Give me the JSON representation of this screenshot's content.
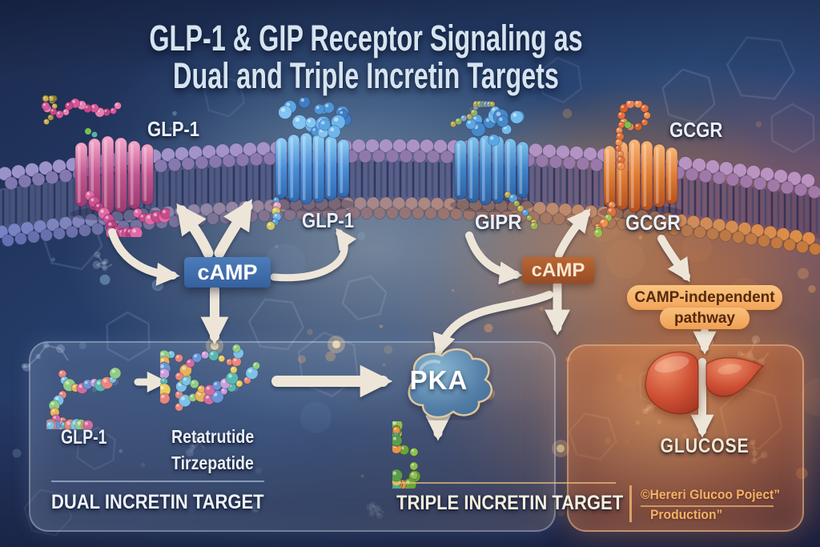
{
  "title": {
    "line1": "GLP-1 & GIP Receptor Signaling as",
    "line2": "Dual and Triple Incretin Targets"
  },
  "receptors": {
    "glp1_left": "GLP-1",
    "glp1_right": "GLP-1",
    "gipr": "GIPR",
    "gcgr_top": "GCGR",
    "gcgr_bottom": "GCGR"
  },
  "signaling": {
    "camp_left": "cAMP",
    "camp_right": "cAMP",
    "pka": "PKA",
    "badge_line1": "CAMP-independent",
    "badge_line2": "pathway"
  },
  "dual_panel": {
    "ligand": "GLP-1",
    "drug1": "Retatrutide",
    "drug2": "Tirzepatide",
    "caption": "DUAL INCRETIN TARGET"
  },
  "triple_panel": {
    "caption": "TRIPLE INCRETIN TARGET"
  },
  "liver_panel": {
    "glucose": "GLUCOSE",
    "credit1": "©Hereri Glucoo Poject”",
    "credit2": "Production”"
  },
  "colors": {
    "background_navy": "#22365e",
    "membrane_purple": "#9a93cb",
    "camp_left_box": "#3e6cab",
    "camp_right_box": "#b05c2c",
    "badge_bg": "#f7b46e",
    "badge_text": "#55290e",
    "arrow": "#ede6d8",
    "pka_blob": "#4d7da8",
    "liver_red": "#c94a30",
    "glow_orange": "#e08140",
    "accent_pink": "#d05c95",
    "accent_blue": "#4a8ed8",
    "accent_orange": "#e07c32",
    "text_light": "#e9eff7"
  }
}
